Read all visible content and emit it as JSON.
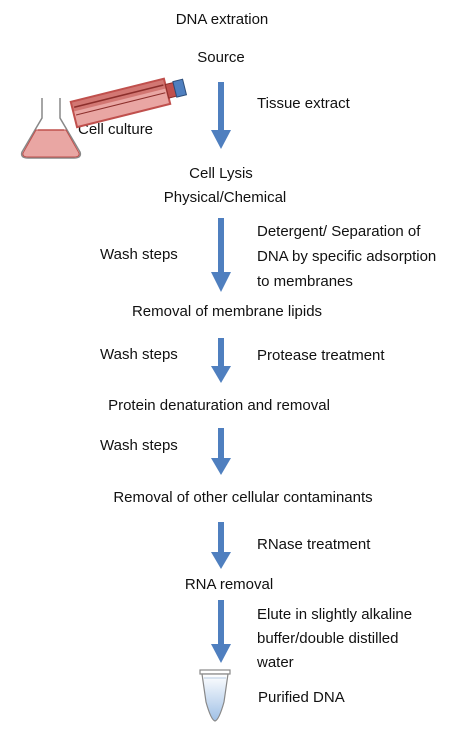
{
  "title": "DNA extration",
  "steps": {
    "source": "Source",
    "cell_lysis": "Cell Lysis",
    "lysis_method": "Physical/Chemical",
    "membrane_lipids": "Removal of membrane lipids",
    "protein": "Protein denaturation and removal",
    "contaminants": "Removal of other cellular contaminants",
    "rna_removal": "RNA removal",
    "purified": "Purified DNA"
  },
  "side_notes": {
    "tissue_extract": "Tissue extract",
    "detergent_line1": "Detergent/ Separation of",
    "detergent_line2": "DNA by specific adsorption",
    "detergent_line3": "to membranes",
    "protease": "Protease treatment",
    "rnase": "RNase treatment",
    "elute_line1": "Elute in slightly alkaline",
    "elute_line2": "buffer/double distilled",
    "elute_line3": "water"
  },
  "wash": {
    "wash1": "Wash steps",
    "wash2": "Wash steps",
    "wash3": "Wash steps"
  },
  "labels": {
    "cell_culture": "Cell culture"
  },
  "icons": [
    "culture-flask-icon",
    "erlenmeyer-flask-icon",
    "arrow-down-icon",
    "eppendorf-tube-icon"
  ],
  "colors": {
    "arrow_blue": "#4f7fbf",
    "flask_red": "#c0504d",
    "flask_pink": "#e9a6a3"
  }
}
